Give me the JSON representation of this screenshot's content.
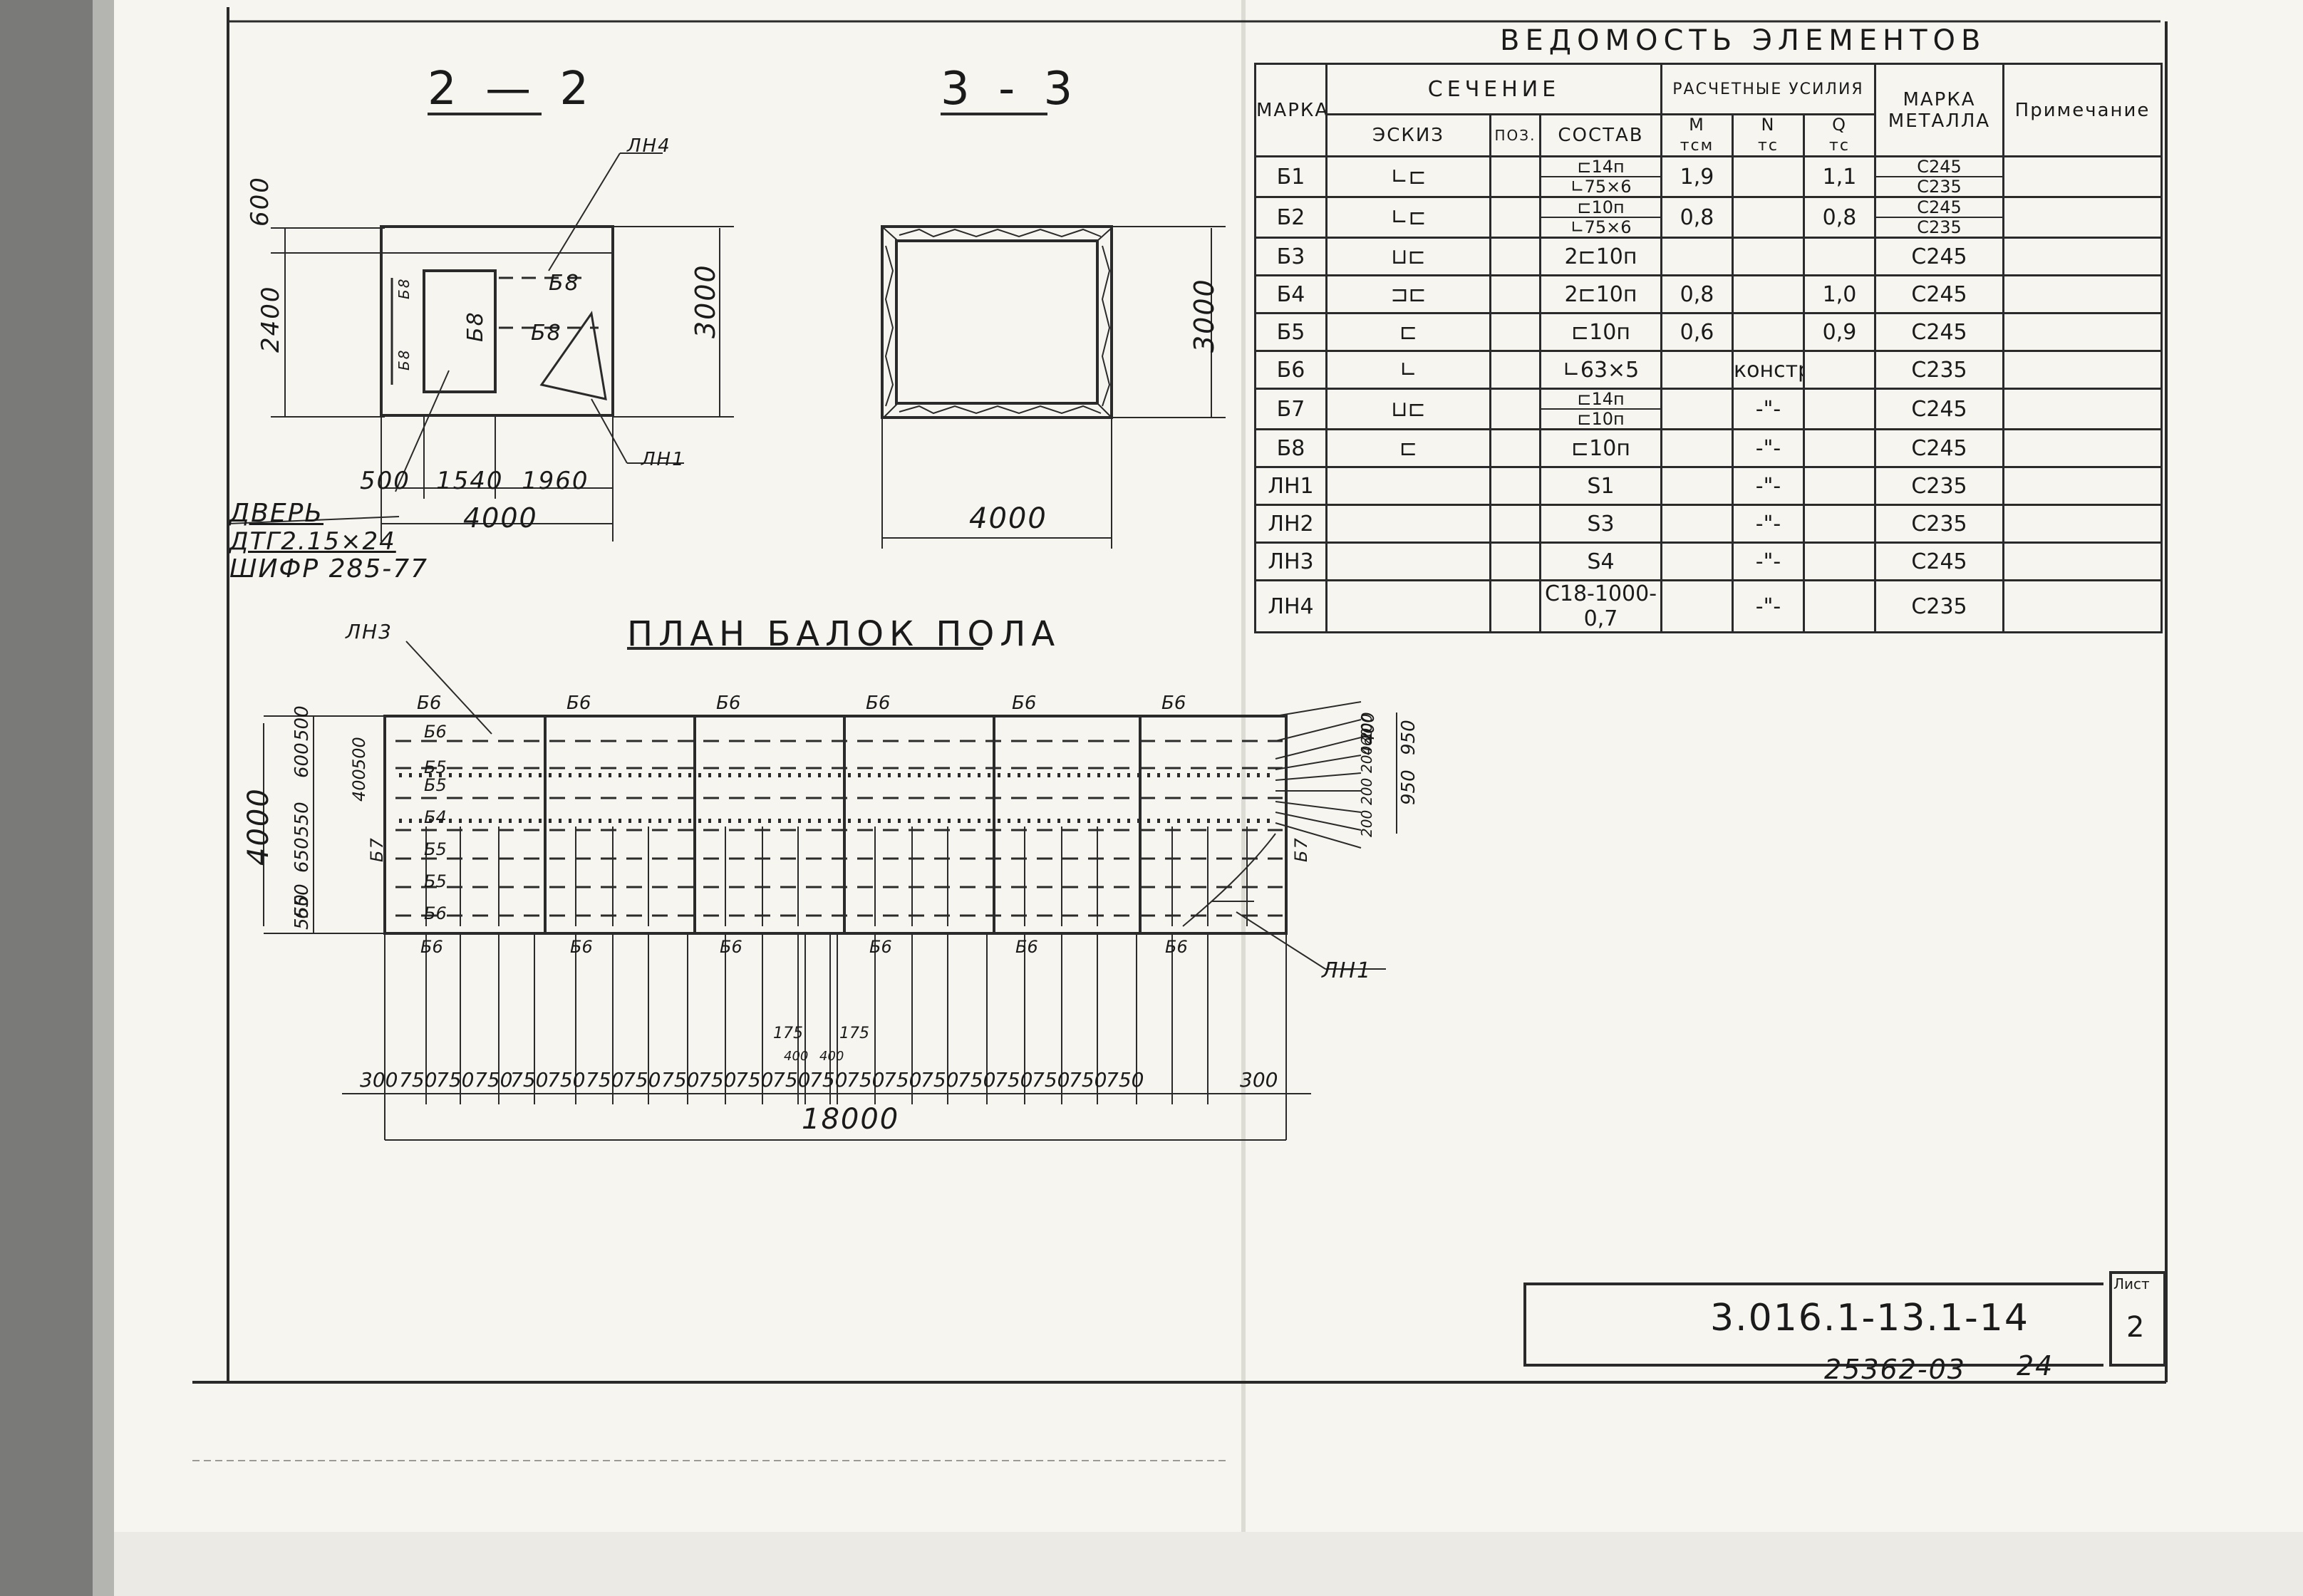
{
  "table": {
    "title": "ВЕДОМОСТЬ ЭЛЕМЕНТОВ",
    "headers": {
      "mark": "МАРКА",
      "section": "СЕЧЕНИЕ",
      "sketch": "ЭСКИЗ",
      "pos": "ПОЗ.",
      "composition": "СОСТАВ",
      "forces": "РАСЧЕТНЫЕ УСИЛИЯ",
      "m": "M",
      "m_unit": "тсм",
      "n": "N",
      "n_unit": "тс",
      "q": "Q",
      "q_unit": "тс",
      "metal": "МАРКА МЕТАЛЛА",
      "note": "Примечание"
    },
    "rows": [
      {
        "mark": "Б1",
        "sketch": "∟⊏",
        "comp": "⊏14п",
        "comp2": "∟75×6",
        "m": "1,9",
        "n": "",
        "q": "1,1",
        "metal": "С245",
        "metal2": "С235"
      },
      {
        "mark": "Б2",
        "sketch": "∟⊏",
        "comp": "⊏10п",
        "comp2": "∟75×6",
        "m": "0,8",
        "n": "",
        "q": "0,8",
        "metal": "С245",
        "metal2": "С235"
      },
      {
        "mark": "Б3",
        "sketch": "⊔⊏",
        "comp": "2⊏10п",
        "comp2": "",
        "m": "",
        "n": "",
        "q": "",
        "metal": "С245",
        "metal2": ""
      },
      {
        "mark": "Б4",
        "sketch": "⊐⊏",
        "comp": "2⊏10п",
        "comp2": "",
        "m": "0,8",
        "n": "",
        "q": "1,0",
        "metal": "С245",
        "metal2": ""
      },
      {
        "mark": "Б5",
        "sketch": "⊏",
        "comp": "⊏10п",
        "comp2": "",
        "m": "0,6",
        "n": "",
        "q": "0,9",
        "metal": "С245",
        "metal2": ""
      },
      {
        "mark": "Б6",
        "sketch": "∟",
        "comp": "∟63×5",
        "comp2": "",
        "m": "",
        "n": "констр.",
        "q": "",
        "metal": "С235",
        "metal2": ""
      },
      {
        "mark": "Б7",
        "sketch": "⊔⊏",
        "comp": "⊏14п",
        "comp2": "⊏10п",
        "m": "",
        "n": "-\"-",
        "q": "",
        "metal": "С245",
        "metal2": ""
      },
      {
        "mark": "Б8",
        "sketch": "⊏",
        "comp": "⊏10п",
        "comp2": "",
        "m": "",
        "n": "-\"-",
        "q": "",
        "metal": "С245",
        "metal2": ""
      },
      {
        "mark": "ЛН1",
        "sketch": "",
        "comp": "S1",
        "comp2": "",
        "m": "",
        "n": "-\"-",
        "q": "",
        "metal": "С235",
        "metal2": ""
      },
      {
        "mark": "ЛН2",
        "sketch": "",
        "comp": "S3",
        "comp2": "",
        "m": "",
        "n": "-\"-",
        "q": "",
        "metal": "С235",
        "metal2": ""
      },
      {
        "mark": "ЛН3",
        "sketch": "",
        "comp": "S4",
        "comp2": "",
        "m": "",
        "n": "-\"-",
        "q": "",
        "metal": "С245",
        "metal2": ""
      },
      {
        "mark": "ЛН4",
        "sketch": "",
        "comp": "С18-1000-0,7",
        "comp2": "",
        "m": "",
        "n": "-\"-",
        "q": "",
        "metal": "С235",
        "metal2": ""
      }
    ]
  },
  "section22": {
    "title": "2 — 2",
    "dims": {
      "d600": "600",
      "d2400": "2400",
      "d3000": "3000",
      "d500": "500",
      "d1540": "1540",
      "d1960": "1960",
      "d4000": "4000"
    },
    "labels": {
      "lh4": "ЛН4",
      "lh1": "ЛН1",
      "b8a": "Б8",
      "b8b": "Б8",
      "b8c": "Б8",
      "b8d": "Б8",
      "b8e": "Б8"
    },
    "door": [
      "ДВЕРЬ",
      "ДТГ2.15×24",
      "ШИФР 285-77"
    ]
  },
  "section33": {
    "title": "3 - 3",
    "dims": {
      "d3000": "3000",
      "d4000": "4000"
    }
  },
  "plan": {
    "title": "ПЛАН БАЛОК ПОЛА",
    "lh3": "ЛН3",
    "lh1": "ЛН1",
    "top_marks": [
      "Б6",
      "Б6",
      "Б6",
      "Б6",
      "Б6",
      "Б6"
    ],
    "bottom_marks": [
      "Б6",
      "Б6",
      "Б6",
      "Б6",
      "Б6",
      "Б6"
    ],
    "side_marks_left": [
      "Б6",
      "Б5",
      "Б5",
      "Б4",
      "Б5",
      "Б5",
      "Б6"
    ],
    "b7_left": "Б7",
    "b7_right": "Б7",
    "left_dims": [
      "500",
      "600",
      "550",
      "650",
      "650",
      "550"
    ],
    "left_inner_dims": [
      "500",
      "400"
    ],
    "total_left": "4000",
    "right_dims": [
      "400",
      "950",
      "950"
    ],
    "right_small_dims": [
      "200",
      "200",
      "200",
      "460",
      "200"
    ],
    "bottom_spans": [
      "300",
      "750",
      "750",
      "750",
      "750",
      "750",
      "750",
      "750",
      "750",
      "750",
      "750",
      "750",
      "750",
      "750",
      "750",
      "750",
      "750",
      "750",
      "750",
      "750",
      "750",
      "300"
    ],
    "mid_dims": [
      "175",
      "175",
      "400",
      "400"
    ],
    "total": "18000"
  },
  "stamp": {
    "code": "3.016.1-13.1-14",
    "sheet_label": "Лист",
    "sheet": "2",
    "bottom_left": "25362-03",
    "bottom_right": "24"
  }
}
